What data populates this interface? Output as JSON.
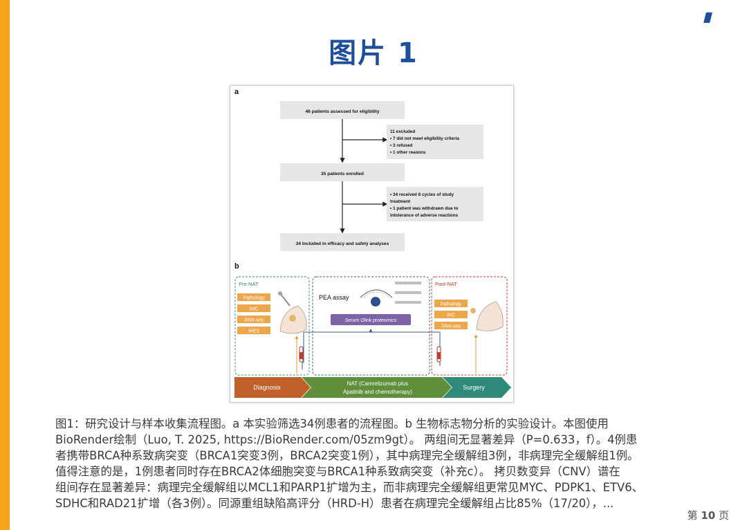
{
  "slide": {
    "title": "图片 1",
    "page_prefix": "第",
    "page_number": "10",
    "page_suffix": "页",
    "accent_color": "#f5a31a",
    "title_color": "#1f4e9a"
  },
  "figure": {
    "panel_a": {
      "label": "a",
      "step1": "46 patients assessed for eligibility",
      "excluded": [
        "11 excluded",
        "• 7 did not meet eligibility criteria",
        "• 3 refused",
        "• 1 other reasons"
      ],
      "step2": "35 patients enrolled",
      "withdrawn": [
        "• 34 received 8 cycles of study",
        "treatment",
        "• 1 patient was withdrawn due to",
        "intolerance of adverse reactions"
      ],
      "step3": "34 Included in efficacy and safety analyses"
    },
    "panel_b": {
      "label": "b",
      "pre_nat": {
        "title": "Pre-NAT",
        "items": [
          "Pathology",
          "IHC",
          "RNA seq",
          "WES"
        ]
      },
      "pea": {
        "title": "PEA assay",
        "proteomics": "Serum Olink proteomics"
      },
      "post_nat": {
        "title": "Post-NAT",
        "items": [
          "Pathology",
          "IHC",
          "RNA seq"
        ]
      },
      "timeline": {
        "diagnosis": "Diagnosis",
        "nat_line1": "NAT (Camrelizumab plus",
        "nat_line2": "Apatinib and chemotherapy)",
        "surgery": "Surgery"
      }
    }
  },
  "caption": {
    "lines": [
      "图1：研究设计与样本收集流程图。a 本实验筛选34例患者的流程图。b 生物标志物分析的实验设计。本图使用",
      "BioRender绘制（Luo, T. 2025, https://BioRender.com/05zm9gt）。 两组间无显著差异（P=0.633，f）。4例患",
      "者携带BRCA种系致病突变（BRCA1突变3例，BRCA2突变1例），其中病理完全缓解组3例，非病理完全缓解组1例。",
      "值得注意的是，1例患者同时存在BRCA2体细胞突变与BRCA1种系致病突变（补充c）。 拷贝数变异（CNV）谱在",
      "组间存在显著差异：病理完全缓解组以MCL1和PARP1扩增为主，而非病理完全缓解组更常见MYC、PDPK1、ETV6、",
      "SDHC和RAD21扩增（各3例）。同源重组缺陷高评分（HRD-H）患者在病理完全缓解组占比85%（17/20），..."
    ]
  }
}
